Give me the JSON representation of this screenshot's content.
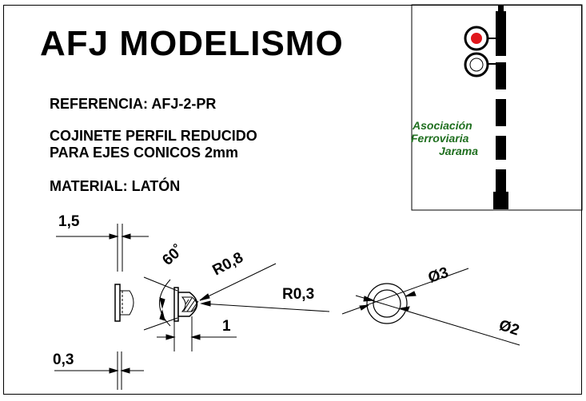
{
  "title": "AFJ MODELISMO",
  "specs": {
    "reference": "REFERENCIA: AFJ-2-PR",
    "description_line1": "COJINETE PERFIL REDUCIDO",
    "description_line2": "PARA EJES CONICOS 2mm",
    "material": "MATERIAL: LATÓN"
  },
  "dimensions": {
    "width_top": "1,5",
    "thickness_bottom": "0,3",
    "angle": "60˚",
    "radius_large": "R0,8",
    "radius_small": "R0,3",
    "width_small": "1",
    "diameter_outer": "Ø3",
    "diameter_inner": "Ø2"
  },
  "logo": {
    "line1": "Asociación",
    "line2": "Ferroviaria",
    "line3": "Jarama",
    "text_color": "#1f6f1f",
    "lamp_color": "#e0161b"
  }
}
